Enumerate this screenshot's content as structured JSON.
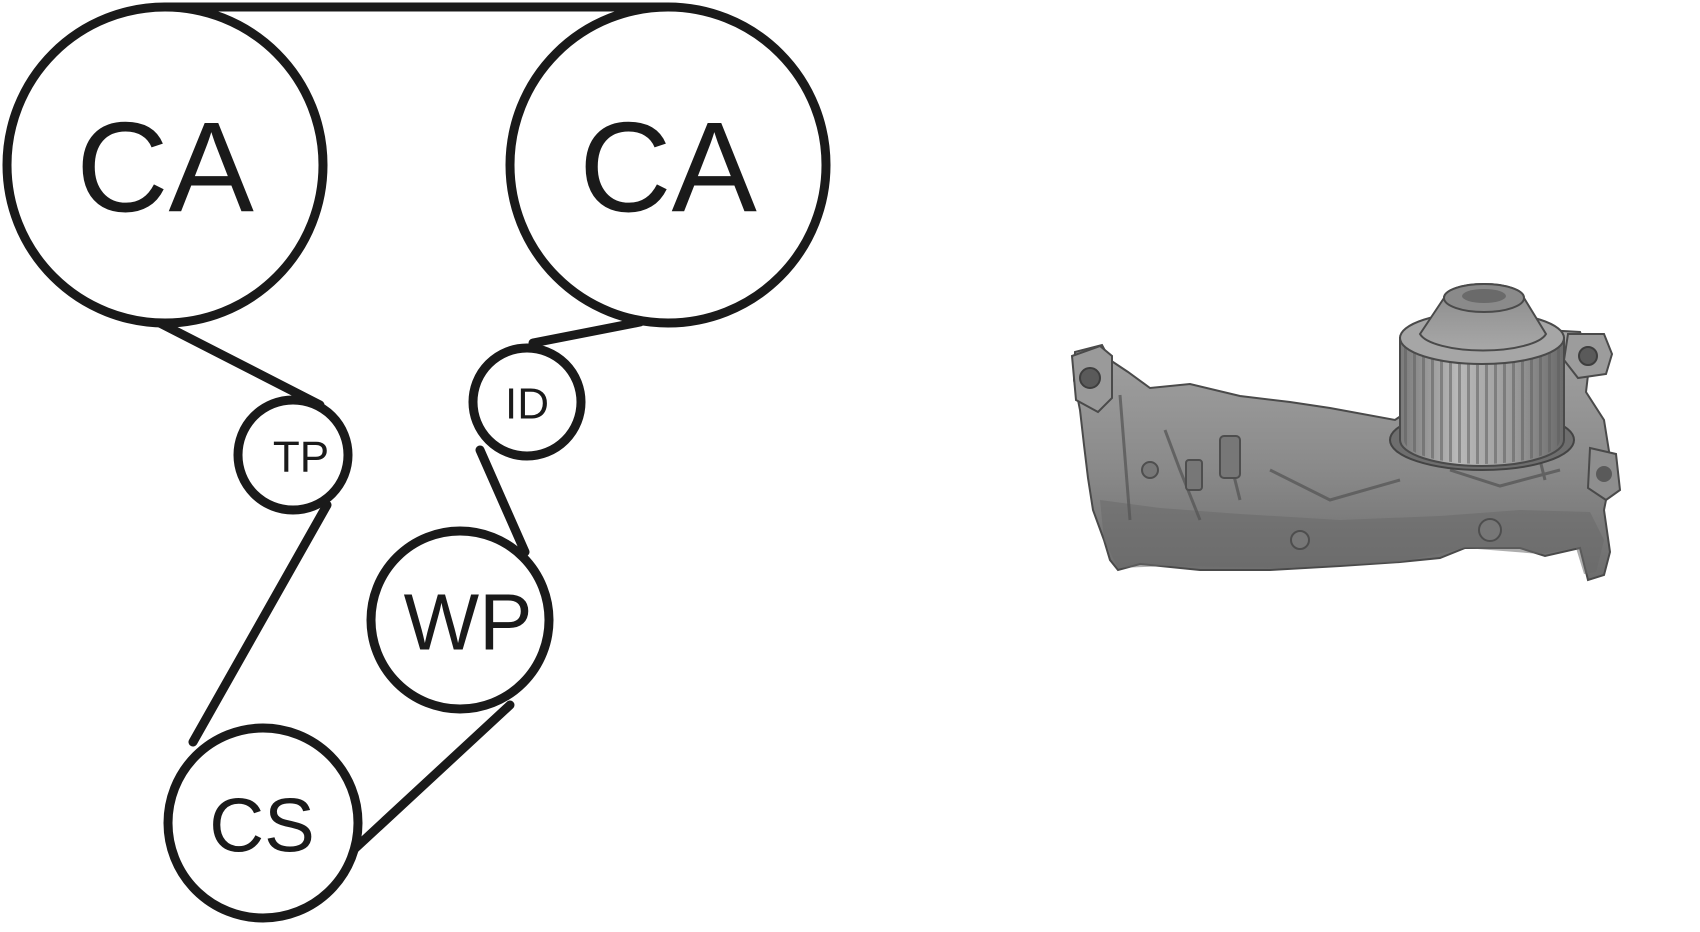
{
  "diagram": {
    "pulleys": {
      "cam_left": "CA",
      "cam_right": "CA",
      "tensioner": "TP",
      "idler": "ID",
      "water_pump": "WP",
      "crankshaft": "CS"
    }
  },
  "product_photo": {
    "icon": "water-pump-illustration",
    "colors": {
      "body": "#8c8c8c",
      "shadow": "#5e5e5e",
      "highlight": "#b4b4b4",
      "edge": "#3e3e3e"
    }
  }
}
